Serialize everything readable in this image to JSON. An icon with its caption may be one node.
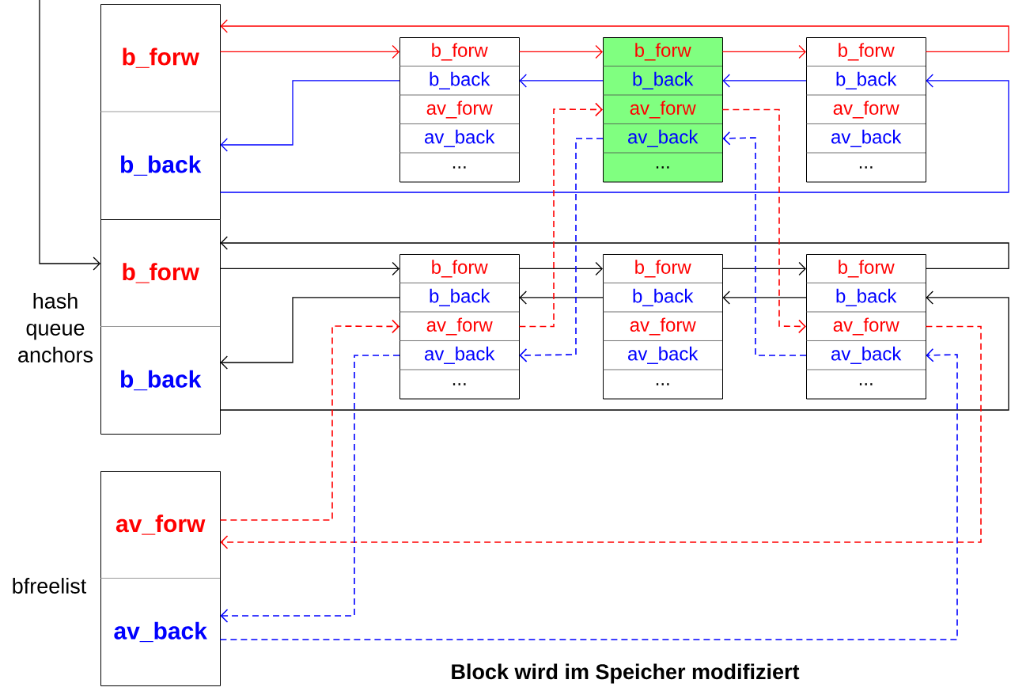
{
  "diagram": {
    "caption": "Block wird im Speicher modifiziert",
    "nodes": [
      {
        "text": [],
        "shape": "box"
      },
      {
        "text": [
          "b_forw"
        ],
        "in": 0
      },
      {
        "text": [
          "b_back"
        ],
        "in": 0
      },
      {
        "text": [],
        "shape": "box"
      },
      {
        "text": [
          "b_forw"
        ],
        "in": 3
      },
      {
        "text": [
          "b_back"
        ],
        "in": 3
      },
      {
        "text": [
          "av_forw"
        ],
        "in": 3
      },
      {
        "text": [
          "av_back"
        ],
        "in": 3
      },
      {
        "text": [
          "..."
        ],
        "in": 3
      },
      {
        "text": [],
        "shape": "box"
      },
      {
        "text": [
          "b_forw"
        ],
        "in": 9
      },
      {
        "text": [
          "b_back"
        ],
        "in": 9
      },
      {
        "text": [
          "av_forw"
        ],
        "in": 9
      },
      {
        "text": [
          "av_back"
        ],
        "in": 9
      },
      {
        "text": [
          "..."
        ],
        "in": 9
      },
      {
        "text": [],
        "shape": "box"
      },
      {
        "text": [
          "b_forw"
        ],
        "in": 15
      },
      {
        "text": [
          "b_back"
        ],
        "in": 15
      },
      {
        "text": [
          "av_forw"
        ],
        "in": 15
      },
      {
        "text": [
          "av_back"
        ],
        "in": 15
      },
      {
        "text": [
          "..."
        ],
        "in": 15
      },
      {
        "text": [],
        "shape": "box"
      },
      {
        "text": [
          "b_forw"
        ],
        "in": 21
      },
      {
        "text": [
          "b_back"
        ],
        "in": 21
      },
      {
        "text": [],
        "shape": "box"
      },
      {
        "text": [
          "b_forw"
        ],
        "in": 24
      },
      {
        "text": [
          "b_back"
        ],
        "in": 24
      },
      {
        "text": [
          "av_forw"
        ],
        "in": 24
      },
      {
        "text": [
          "av_back"
        ],
        "in": 24
      },
      {
        "text": [
          "..."
        ],
        "in": 24
      },
      {
        "text": [],
        "shape": "box"
      },
      {
        "text": [
          "b_forw"
        ],
        "in": 30
      },
      {
        "text": [
          "b_back"
        ],
        "in": 30
      },
      {
        "text": [
          "av_forw"
        ],
        "in": 30
      },
      {
        "text": [
          "av_back"
        ],
        "in": 30
      },
      {
        "text": [
          "..."
        ],
        "in": 30
      },
      {
        "text": [],
        "shape": "box"
      },
      {
        "text": [
          "b_forw"
        ],
        "in": 36
      },
      {
        "text": [
          "b_back"
        ],
        "in": 36
      },
      {
        "text": [
          "av_forw"
        ],
        "in": 36
      },
      {
        "text": [
          "av_back"
        ],
        "in": 36
      },
      {
        "text": [
          "..."
        ],
        "in": 36
      },
      {
        "text": [],
        "shape": "box"
      },
      {
        "text": [
          "av_forw"
        ],
        "in": 42
      },
      {
        "text": [
          "av_back"
        ],
        "in": 42
      }
    ],
    "edges": [
      {
        "from": 1,
        "to": 4,
        "arrow": "to",
        "color": "#ff0000"
      },
      {
        "from": 4,
        "to": 10,
        "arrow": "to",
        "color": "#ff0000"
      },
      {
        "from": 10,
        "to": 16,
        "arrow": "to",
        "color": "#ff0000"
      },
      {
        "from": 16,
        "to": 1,
        "arrow": "to",
        "color": "#ff0000"
      },
      {
        "from": 17,
        "to": 11,
        "arrow": "to",
        "color": "#0000ff"
      },
      {
        "from": 11,
        "to": 5,
        "arrow": "to",
        "color": "#0000ff"
      },
      {
        "from": 5,
        "to": 2,
        "arrow": "to",
        "color": "#0000ff"
      },
      {
        "from": 2,
        "to": 17,
        "arrow": "to",
        "color": "#0000ff"
      },
      {
        "from": 22,
        "to": 25,
        "arrow": "to"
      },
      {
        "from": 25,
        "to": 31,
        "arrow": "to"
      },
      {
        "from": 31,
        "to": 37,
        "arrow": "to"
      },
      {
        "from": 37,
        "to": 22,
        "arrow": "to"
      },
      {
        "from": 38,
        "to": 32,
        "arrow": "to"
      },
      {
        "from": 32,
        "to": 26,
        "arrow": "to"
      },
      {
        "from": 26,
        "to": 23,
        "arrow": "to"
      },
      {
        "from": 23,
        "to": 38,
        "arrow": "to"
      },
      {
        "from": null,
        "to": 22,
        "arrow": "to"
      },
      {
        "from": 43,
        "to": 27,
        "arrow": "to",
        "style": "dashed",
        "color": "#ff0000"
      },
      {
        "from": 27,
        "to": 12,
        "arrow": "to",
        "style": "dashed",
        "color": "#ff0000"
      },
      {
        "from": 12,
        "to": 39,
        "arrow": "to",
        "style": "dashed",
        "color": "#ff0000"
      },
      {
        "from": 39,
        "to": 43,
        "arrow": "to",
        "style": "dashed",
        "color": "#ff0000"
      },
      {
        "from": 44,
        "to": 40,
        "arrow": "to",
        "style": "dashed",
        "color": "#0000ff"
      },
      {
        "from": 40,
        "to": 13,
        "arrow": "to",
        "style": "dashed",
        "color": "#0000ff"
      },
      {
        "from": 13,
        "to": 28,
        "arrow": "to",
        "style": "dashed",
        "color": "#0000ff"
      },
      {
        "from": 28,
        "to": 44,
        "arrow": "to",
        "style": "dashed",
        "color": "#0000ff"
      }
    ],
    "labels": [
      "hash queue anchors",
      "bfreelist"
    ]
  }
}
